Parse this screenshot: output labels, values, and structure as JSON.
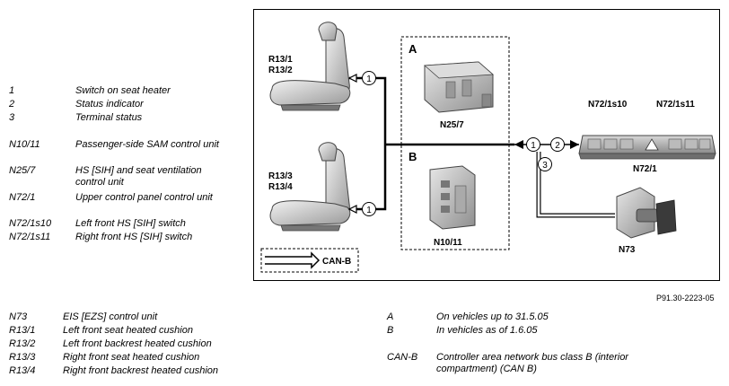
{
  "legend_top": [
    {
      "code": "1",
      "desc": "Switch on seat heater"
    },
    {
      "code": "2",
      "desc": "Status indicator"
    },
    {
      "code": "3",
      "desc": "Terminal status"
    },
    {
      "code": "N10/11",
      "desc": "Passenger-side SAM control unit"
    },
    {
      "code": "N25/7",
      "desc": "HS [SIH] and seat ventilation control unit"
    },
    {
      "code": "N72/1",
      "desc": "Upper control panel control unit"
    },
    {
      "code": "N72/1s10",
      "desc": "Left front HS [SIH] switch"
    },
    {
      "code": "N72/1s11",
      "desc": "Right front HS [SIH] switch"
    }
  ],
  "legend_bottom_left": [
    {
      "code": "N73",
      "desc": "EIS [EZS] control unit"
    },
    {
      "code": "R13/1",
      "desc": "Left front seat heated cushion"
    },
    {
      "code": "R13/2",
      "desc": "Left front backrest heated cushion"
    },
    {
      "code": "R13/3",
      "desc": "Right front seat heated cushion"
    },
    {
      "code": "R13/4",
      "desc": "Right front backrest heated cushion"
    }
  ],
  "legend_bottom_right": [
    {
      "code": "A",
      "desc": "On vehicles up to 31.5.05"
    },
    {
      "code": "B",
      "desc": "In vehicles as of 1.6.05"
    },
    {
      "code": "CAN-B",
      "desc": "Controller area network bus class B (interior compartment) (CAN B)"
    }
  ],
  "diagram": {
    "seat_top_labels": [
      "R13/1",
      "R13/2"
    ],
    "seat_bottom_labels": [
      "R13/3",
      "R13/4"
    ],
    "variant_a": "A",
    "variant_b": "B",
    "module_a_label": "N25/7",
    "module_b_label": "N10/11",
    "panel_label": "N72/1",
    "switch_left_label": "N72/1s10",
    "switch_right_label": "N72/1s11",
    "eis_label": "N73",
    "canb_label": "CAN-B",
    "signal_1": "1",
    "signal_2": "2",
    "signal_3": "3"
  },
  "figure_ref": "P91.30-2223-05"
}
